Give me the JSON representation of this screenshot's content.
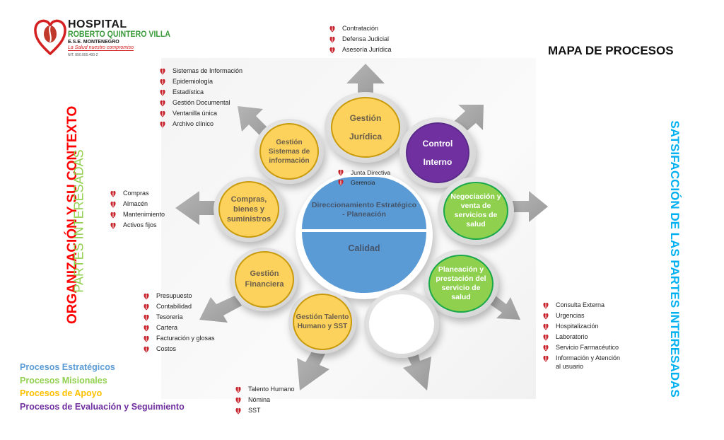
{
  "logo": {
    "line1": "HOSPITAL",
    "line2": "ROBERTO QUINTERO VILLA",
    "line3": "E.S.E. MONTENEGRO",
    "slogan": "La Salud   nuestro compromiso",
    "nit": "NIT. 890.000.400-2"
  },
  "title": "MAPA DE PROCESOS",
  "side_texts": {
    "left_red": "ORGANIZACIÓN Y SU CONTEXTO",
    "left_green": "PARTES INTERESADAS",
    "right_blue": "SATSIFACCIÓN DE LAS PARTES INTERESADAS"
  },
  "colors": {
    "strategic": "#5b9bd5",
    "missional": "#8fd14f",
    "support": "#fcd25c",
    "evaluation": "#7030a0",
    "left_red": "#ff0000",
    "left_green": "#92d050",
    "right_blue": "#00b0f0"
  },
  "center": {
    "top_label": "Direccionamiento Estratégico - Planeación",
    "bottom_label": "Calidad",
    "notes": [
      "Junta Directiva",
      "Gerencia"
    ]
  },
  "processes": [
    {
      "id": "juridica",
      "label": "Gestión Jurídica",
      "type": "support",
      "sub": [
        "Contratación",
        "Defensa Judicial",
        "Asesoría Jurídica"
      ]
    },
    {
      "id": "control",
      "label": "Control Interno",
      "type": "evaluation",
      "sub": []
    },
    {
      "id": "negociacion",
      "label": "Negociación y venta de servicios de salud",
      "type": "missional",
      "sub": []
    },
    {
      "id": "prestacion",
      "label": "Planeación y prestación del servicio de salud",
      "type": "missional",
      "sub": [
        "Consulta Externa",
        "Urgencias",
        "Hospitalización",
        "Laboratorio",
        "Servicio Farmacéutico",
        "Información y Atención al usuario"
      ]
    },
    {
      "id": "blank",
      "label": "",
      "type": "none",
      "sub": []
    },
    {
      "id": "talento",
      "label": "Gestión Talento Humano y SST",
      "type": "support",
      "sub": [
        "Talento Humano",
        "Nómina",
        "SST"
      ]
    },
    {
      "id": "financiera",
      "label": "Gestión Financiera",
      "type": "support",
      "sub": [
        "Presupuesto",
        "Contabilidad",
        "Tesorería",
        "Cartera",
        "Facturación y glosas",
        "Costos"
      ]
    },
    {
      "id": "compras",
      "label": "Compras, bienes y suministros",
      "type": "support",
      "sub": [
        "Compras",
        "Almacén",
        "Mantenimiento",
        "Activos fijos"
      ]
    },
    {
      "id": "sistemas",
      "label": "Gestión Sistemas de información",
      "type": "support",
      "sub": [
        "Sistemas de Información",
        "Epidemiología",
        "Estadística",
        "Gestión Documental",
        "Ventanilla única",
        "Archivo clínico"
      ]
    }
  ],
  "legend": [
    {
      "label": "Procesos Estratégicos",
      "color": "#5b9bd5"
    },
    {
      "label": "Procesos Misionales",
      "color": "#92d050"
    },
    {
      "label": "Procesos de Apoyo",
      "color": "#ffc000"
    },
    {
      "label": "Procesos de Evaluación y Seguimiento",
      "color": "#7030a0"
    }
  ]
}
